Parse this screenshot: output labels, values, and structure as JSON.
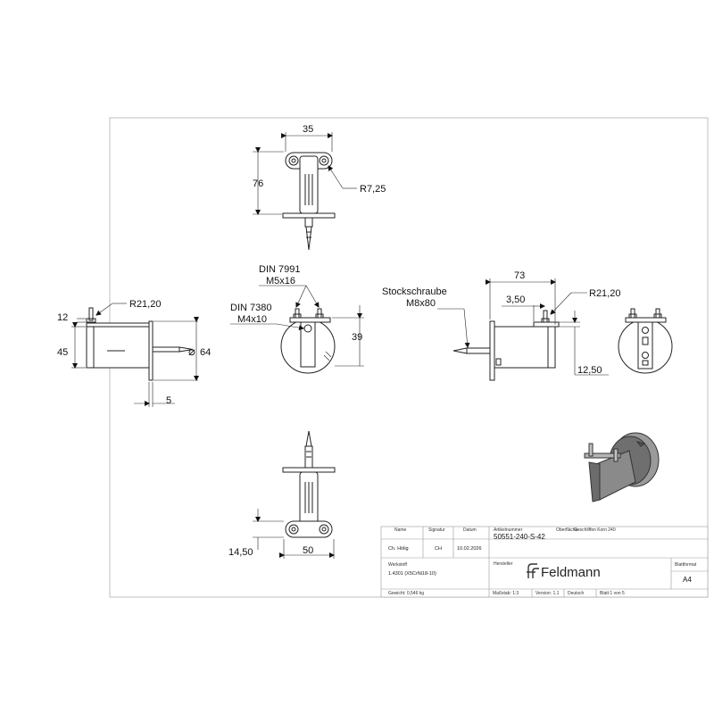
{
  "views": {
    "top": {
      "width": "35",
      "height": "76",
      "radius": "R7,25"
    },
    "left": {
      "pin": "12",
      "radius": "R21,20",
      "height": "45",
      "diameter": "64",
      "flange": "5"
    },
    "front": {
      "din1": "DIN 7991",
      "din1_size": "M5x16",
      "din2": "DIN 7380",
      "din2_size": "M4x10",
      "height": "39"
    },
    "right": {
      "screw": "Stockschraube",
      "screw_size": "M8x80",
      "length": "73",
      "offset": "3,50",
      "radius": "R21,20",
      "depth": "12,50"
    },
    "bottom": {
      "offset": "14,50",
      "width": "50"
    }
  },
  "titleblock": {
    "h_name": "Name",
    "h_signatur": "Signatur",
    "h_datum": "Datum",
    "name": "Ch. Hölig",
    "signatur": "CH",
    "datum": "10.02.2026",
    "artikel_label": "Artikelnummer",
    "artikel": "50551-240-S-42",
    "oberflaeche_label": "Oberfläche:",
    "oberflaeche": "Geschliffen Korn 240",
    "werkstoff_label": "Werkstoff",
    "werkstoff": "1.4301 (X5CrNi18-10)",
    "hersteller_label": "Hersteller",
    "brand": "Feldmann",
    "blattformat_label": "Blattformat",
    "blattformat": "A4",
    "gewicht": "Gewicht: 0,546 kg",
    "massstab": "Maßstab: 1:3",
    "version": "Version: 1.1",
    "sprache": "Deutsch",
    "blatt": "Blatt 1 von 5"
  }
}
